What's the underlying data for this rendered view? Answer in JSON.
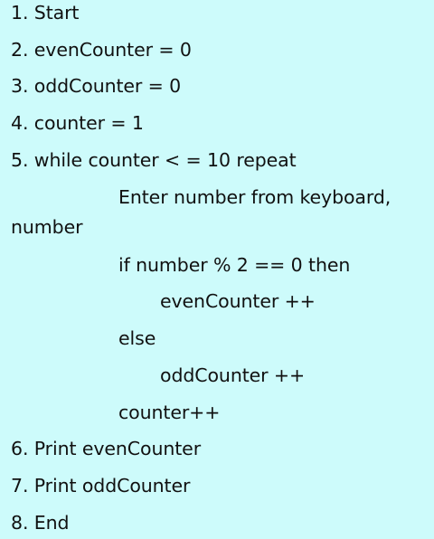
{
  "algorithm": {
    "step1": "1. Start",
    "step2": "2. evenCounter = 0",
    "step3": "3. oddCounter = 0",
    "step4": "4. counter = 1",
    "step5": "5. while counter < = 10 repeat",
    "loop_input_a": "Enter number from keyboard,",
    "loop_input_b": "number",
    "loop_if": "if number % 2 == 0 then",
    "loop_even_increment": "evenCounter ++",
    "loop_else": "else",
    "loop_odd_increment": "oddCounter ++",
    "loop_counter_increment": "counter++",
    "step6": "6. Print evenCounter",
    "step7": "7. Print oddCounter",
    "step8": "8. End"
  }
}
